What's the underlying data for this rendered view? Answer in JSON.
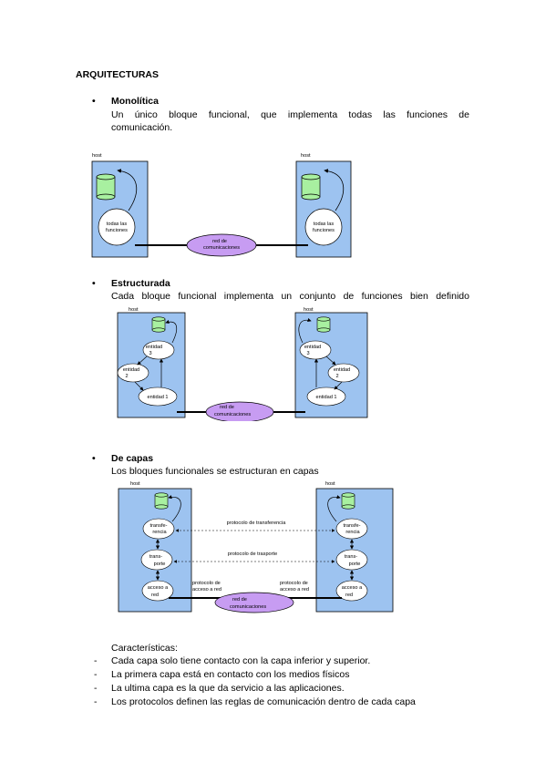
{
  "title": "ARQUITECTURAS",
  "sections": {
    "monolitica": {
      "heading": "Monolítica",
      "line1": "Un único bloque funcional, que implementa todas las funciones de",
      "line2": "comunicación.",
      "diagram": {
        "host_left": "host",
        "host_right": "host",
        "func_label_1": "todas las",
        "func_label_2": "funciones",
        "net_label_1": "red de",
        "net_label_2": "comunicaciones"
      }
    },
    "estructurada": {
      "heading": "Estructurada",
      "line1": "Cada bloque funcional implementa un conjunto de funciones bien definido",
      "diagram": {
        "host_left": "host",
        "host_right": "host",
        "entidad": "entidad",
        "n3": "3",
        "n2": "2",
        "entidad1": "entidad 1",
        "net_label_1": "red de",
        "net_label_2": "comunicaciones"
      }
    },
    "capas": {
      "heading": "De capas",
      "line1": "Los bloques funcionales se estructuran en capas",
      "diagram": {
        "host_left": "host",
        "host_right": "host",
        "transf_1": "transfe-",
        "transf_2": "rencia",
        "transp_1": "trans-",
        "transp_2": "porte",
        "acceso_1": "acceso a",
        "acceso_2": "red",
        "proto_transferencia": "protocolo de transferencia",
        "proto_trasporte": "protocolo de trasporte",
        "proto_acceso_1": "protocolo de",
        "proto_acceso_2": "acceso a red",
        "net_label_1": "red de",
        "net_label_2": "comunicaciones"
      }
    }
  },
  "caracteristicas": {
    "heading": "Características:",
    "items": [
      "Cada capa solo tiene contacto con la capa inferior y superior.",
      "La primera capa está en contacto con los medios físicos",
      "La ultima capa es la que da servicio a las aplicaciones.",
      "Los protocolos definen las reglas de comunicación dentro de cada capa"
    ]
  },
  "colors": {
    "host_fill": "#9dc3f0",
    "cylinder_fill": "#a8f0a0",
    "network_fill": "#c79cf2"
  }
}
